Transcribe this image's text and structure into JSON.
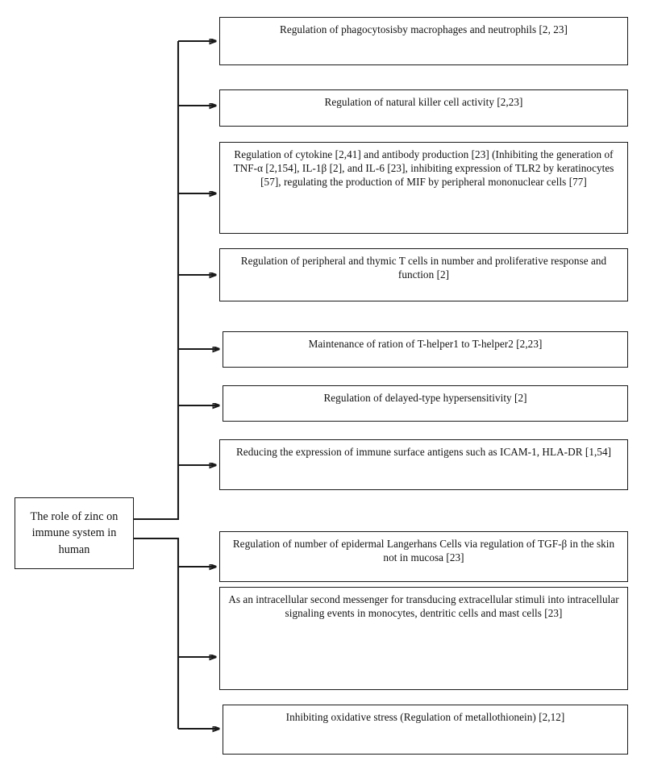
{
  "diagram": {
    "type": "flowchart-tree",
    "orientation": "left-root-to-right-leaves",
    "root": {
      "label": "The role of zinc on immune system in human",
      "line1": "The role of zinc",
      "line2": "on immune",
      "line3": "system in human"
    },
    "branches": [
      {
        "id": "box-1",
        "text": "Regulation of phagocytosisby macrophages and neutrophils [2, 23]",
        "references": [
          "2",
          "23"
        ]
      },
      {
        "id": "box-2",
        "text": "Regulation of natural killer cell activity [2,23]",
        "references": [
          "2",
          "23"
        ]
      },
      {
        "id": "box-3",
        "text": "Regulation of cytokine [2,41] and antibody production [23] (Inhibiting the generation of TNF-α [2,154], IL-1β [2], and IL-6 [23], inhibiting expression of TLR2 by keratinocytes [57],  regulating  the production of MIF by peripheral mononuclear cells [77]",
        "references": [
          "2",
          "41",
          "23",
          "154",
          "57",
          "77"
        ]
      },
      {
        "id": "box-4",
        "text": "Regulation of peripheral and thymic T cells in number and proliferative response and function [2]",
        "references": [
          "2"
        ]
      },
      {
        "id": "box-5",
        "text": "Maintenance of ration of T-helper1 to T-helper2 [2,23]",
        "references": [
          "2",
          "23"
        ]
      },
      {
        "id": "box-6",
        "text": "Regulation of delayed-type hypersensitivity [2]",
        "references": [
          "2"
        ]
      },
      {
        "id": "box-7",
        "text": "Reducing the expression of immune surface antigens such as ICAM-1, HLA-DR [1,54]",
        "references": [
          "1",
          "54"
        ]
      },
      {
        "id": "box-8",
        "text": "Regulation of number of epidermal Langerhans Cells via regulation of TGF-β in the skin not in mucosa [23]",
        "references": [
          "23"
        ]
      },
      {
        "id": "box-9",
        "text": "As an intracellular second messenger for transducing extracellular stimuli into intracellular signaling events in monocytes, dentritic cells and mast cells [23]",
        "references": [
          "23"
        ]
      },
      {
        "id": "box-10",
        "text": "Inhibiting oxidative stress (Regulation of metallothionein) [2,12]",
        "references": [
          "2",
          "12"
        ]
      }
    ],
    "colors": {
      "stroke": "#1a1a1a",
      "background": "#ffffff",
      "text": "#111111"
    }
  }
}
